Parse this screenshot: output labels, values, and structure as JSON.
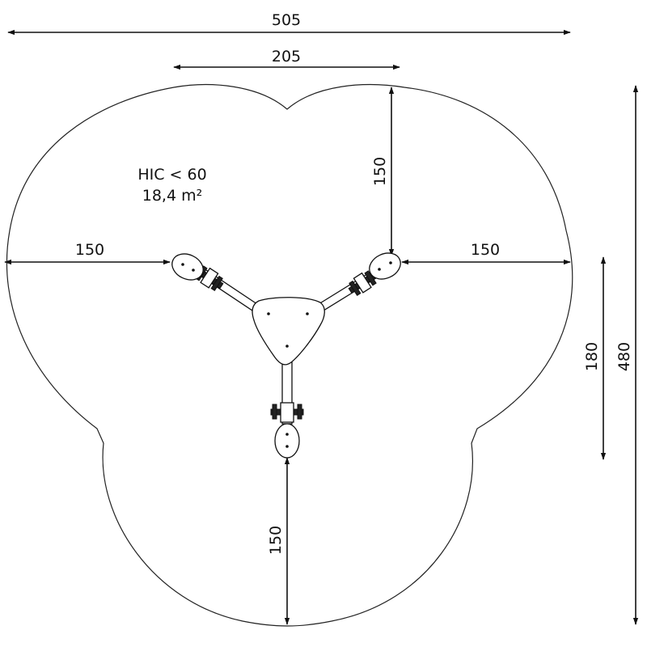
{
  "info": {
    "hic": "HIC < 60",
    "area": "18,4 m²"
  },
  "dimensions": {
    "overall_width": "505",
    "top_lobe_width": "205",
    "right_arm_vertical": "150",
    "left_arm_horizontal": "150",
    "right_arm_horizontal": "150",
    "bottom_arm_vertical": "150",
    "inner_height": "180",
    "overall_height": "480"
  }
}
